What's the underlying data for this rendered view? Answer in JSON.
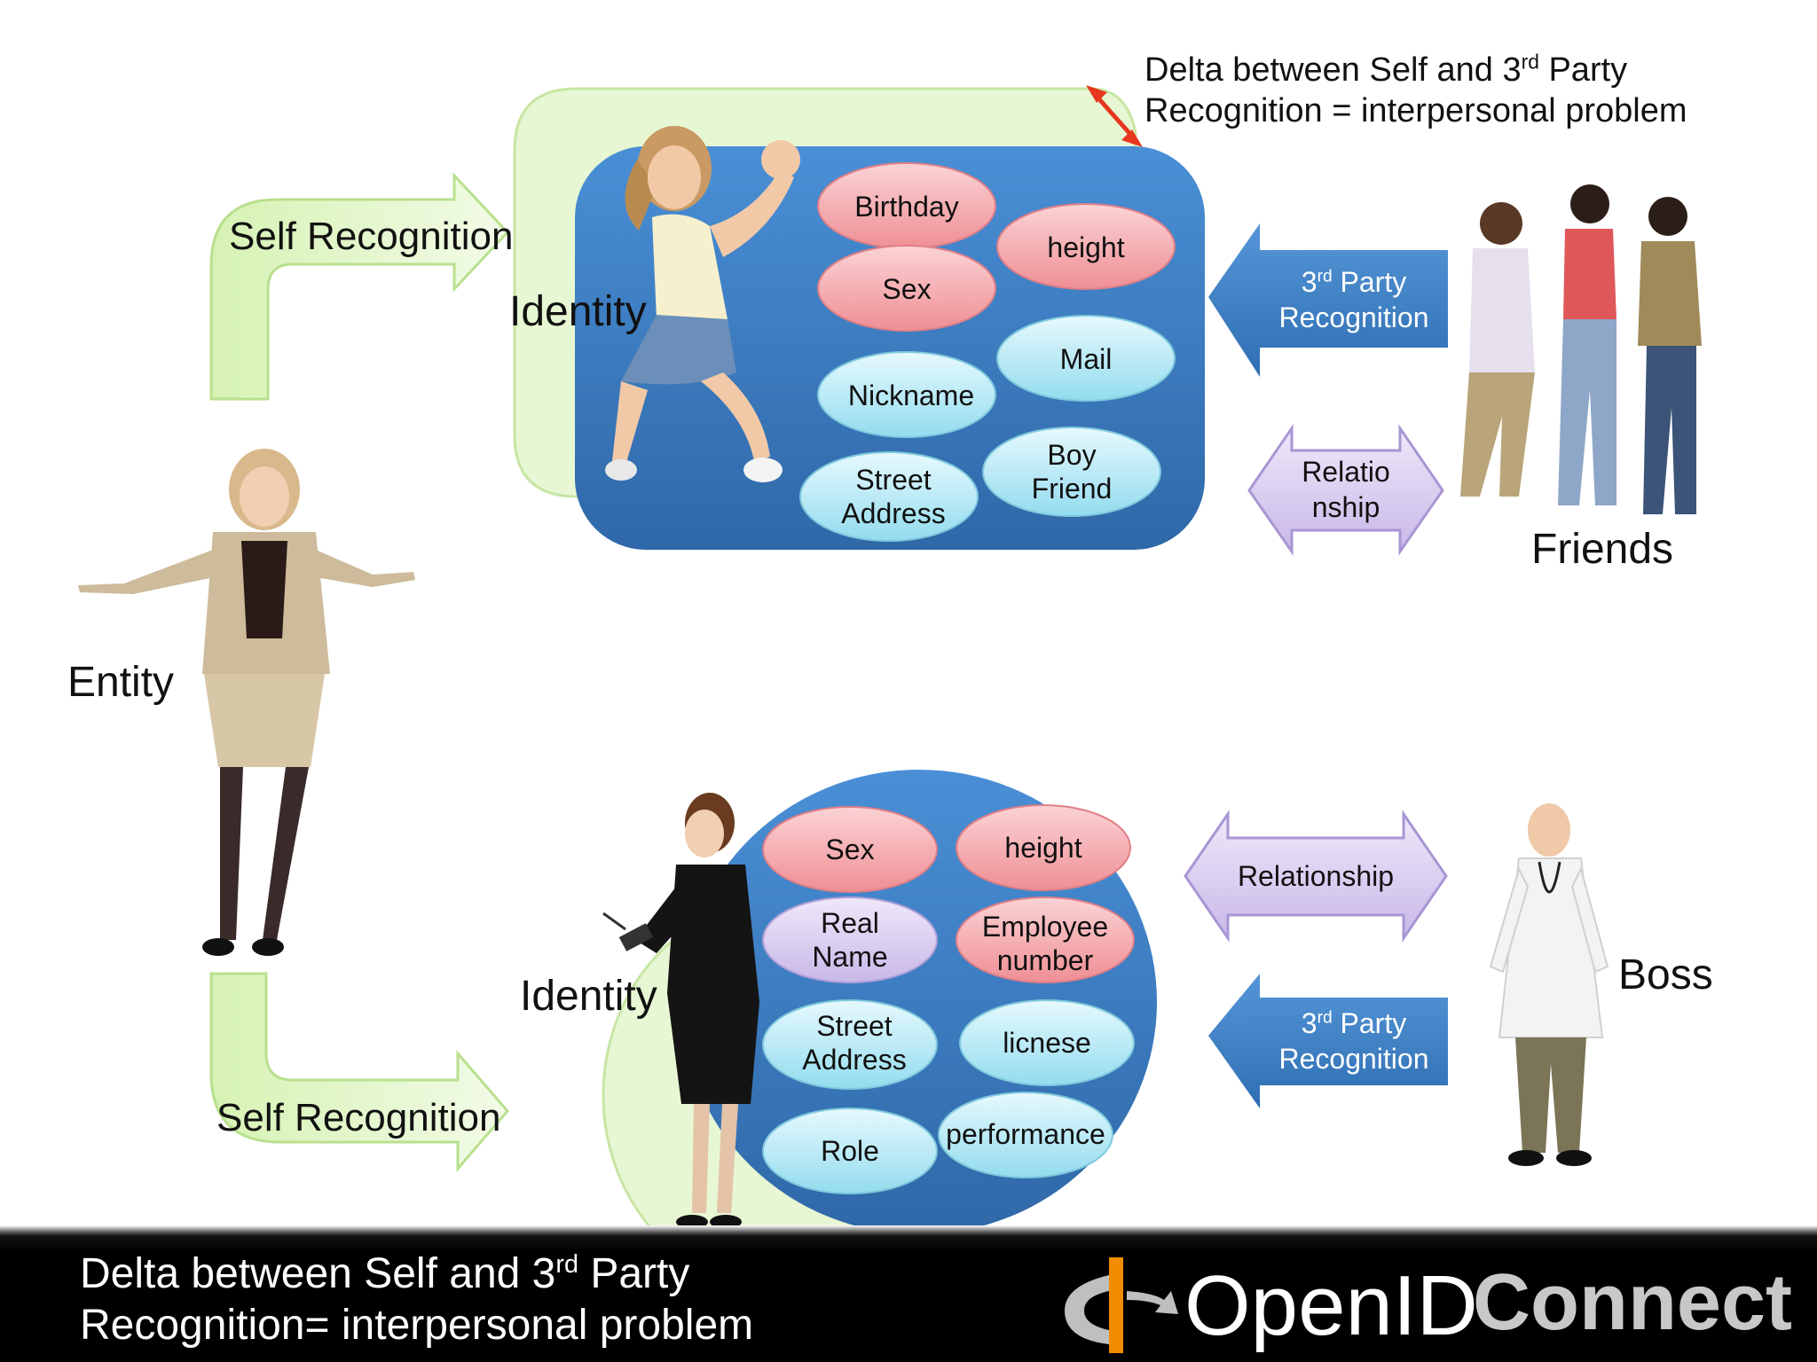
{
  "top": {
    "delta_note": [
      "Delta between Self and 3",
      "rd",
      " Party",
      "Recognition   = interpersonal problem"
    ],
    "self_recognition": "Self Recognition",
    "identity": "Identity",
    "attributes": [
      "Birthday",
      "height",
      "Sex",
      "Mail",
      "Nickname",
      "Boy Friend",
      "Street Address"
    ],
    "third_party": [
      "3",
      "rd",
      " Party",
      "Recognition"
    ],
    "relationship": [
      "Relatio",
      "nship"
    ],
    "group_label": "Friends"
  },
  "entity_label": "Entity",
  "bottom": {
    "self_recognition": "Self Recognition",
    "identity": "Identity",
    "attributes": [
      "Sex",
      "height",
      "Real Name",
      "Employee number",
      "Street Address",
      "licnese",
      "Role",
      "performance"
    ],
    "relationship": "Relationship",
    "third_party": [
      "3",
      "rd",
      " Party",
      "Recognition"
    ],
    "group_label": "Boss"
  },
  "footer": {
    "delta_note": [
      "Delta between Self and 3",
      "rd",
      " Party",
      "Recognition= interpersonal problem"
    ],
    "logo_openid": "OpenID",
    "logo_connect": "Connect"
  },
  "colors": {
    "identity_blue": "#3f7fc4",
    "pink_oval": "#f4a6ab",
    "cyan_oval": "#b7e9f6",
    "lilac_oval": "#ddd0f0",
    "green_arrow": "#dff5c2",
    "blue_arrow": "#3f82c6",
    "lilac_arrow": "#ddd3f2",
    "delta_red": "#e8371f",
    "logo_orange": "#f28c00"
  }
}
